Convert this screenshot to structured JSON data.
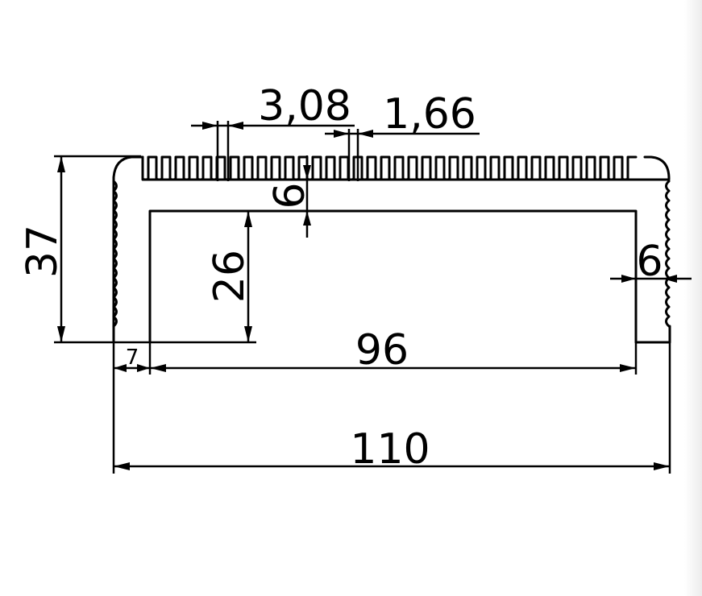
{
  "dimensions": {
    "fin_pitch": "3,08",
    "fin_gap": "1,66",
    "top_wall": "6",
    "side_wall": "6",
    "overall_height": "37",
    "inner_height": "26",
    "inner_width": "96",
    "side_offset": "7",
    "overall_width": "110"
  }
}
